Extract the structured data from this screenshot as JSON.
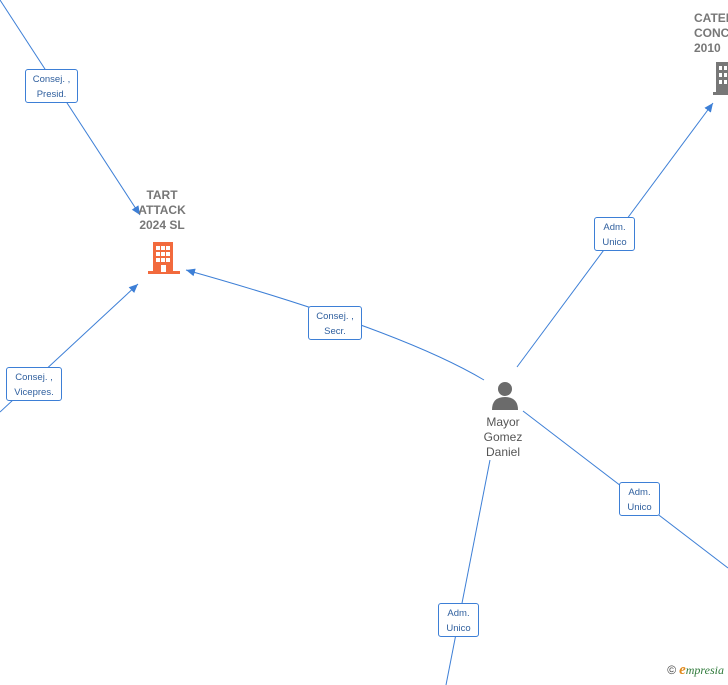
{
  "nodes": {
    "tart_attack": {
      "label": "TART\nATTACK\n2024  SL",
      "type": "company",
      "color": "#f26a3d"
    },
    "catering": {
      "label": "CATER\nCONC\n2010",
      "type": "company",
      "color": "#777777"
    },
    "person": {
      "label": "Mayor\nGomez\nDaniel",
      "type": "person",
      "color": "#6b6b6b"
    }
  },
  "edges": {
    "consej_presid": "Consej. ,\nPresid.",
    "consej_secr": "Consej. ,\nSecr.",
    "consej_vicepres": "Consej. ,\nVicepres.",
    "adm_unico_top": "Adm.\nUnico",
    "adm_unico_right": "Adm.\nUnico",
    "adm_unico_bottom": "Adm.\nUnico"
  },
  "colors": {
    "edge": "#3d7fd6",
    "company_main": "#f26a3d",
    "company_other": "#777777"
  },
  "icons": {
    "company": "building-icon",
    "person": "person-icon"
  },
  "watermark": {
    "symbol": "©",
    "brand_initial": "e",
    "brand_rest": "mpresia"
  }
}
